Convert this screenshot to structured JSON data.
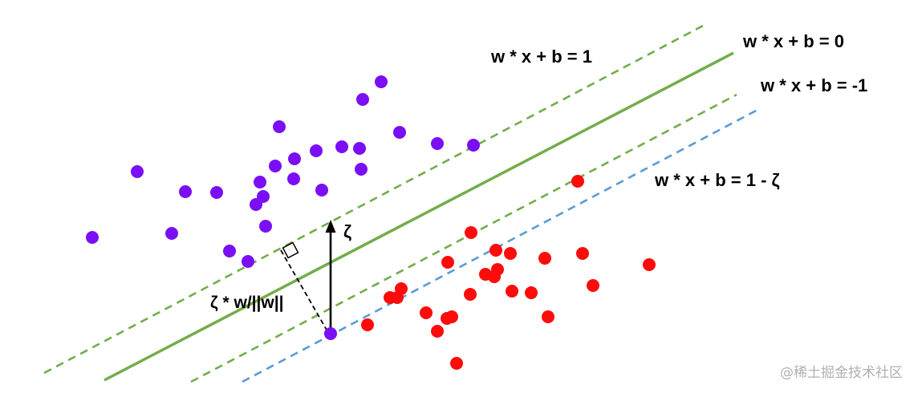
{
  "colors": {
    "class_negative": "#7a0ff5",
    "class_positive": "#ff0b0b",
    "hyperplane": "#72ad4a",
    "slack_margin": "#5b9bd5",
    "arrow": "#000000",
    "watermark": "#b0b0b0"
  },
  "labels": {
    "margin_positive": "w * x + b = 1",
    "hyperplane": "w * x + b = 0",
    "margin_negative": "w * x + b = -1",
    "slack_margin": "w * x + b = 1 - ζ",
    "slack": "ζ",
    "slack_distance": "ζ * w/||w||"
  },
  "watermark": "@稀土掘金技术社区"
}
